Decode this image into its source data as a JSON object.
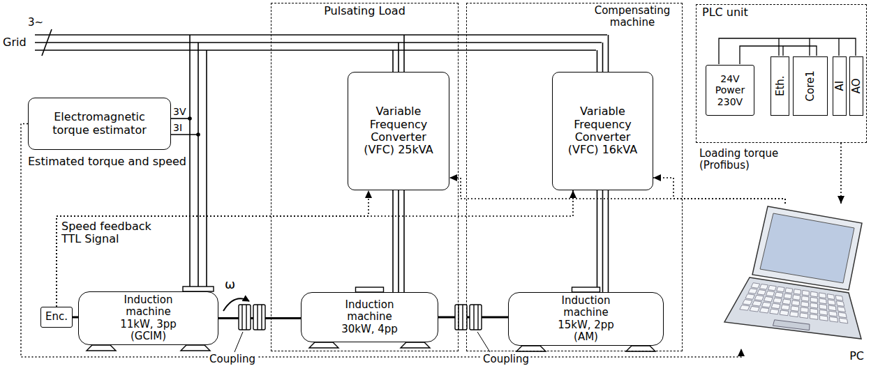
{
  "diagram": {
    "nodes": [
      {
        "text": [
          "Electromagnetic torque estimator"
        ]
      },
      {
        "text": [
          "Pulsating Load"
        ]
      },
      {
        "text": [
          "Variable Frequency Converter (VFC) 25kVA"
        ],
        "in": 1
      },
      {
        "text": [
          "Compensating machine"
        ]
      },
      {
        "text": [
          "Variable Frequency Converter (VFC) 16kVA"
        ],
        "in": 3
      },
      {
        "text": [
          "PLC unit"
        ]
      },
      {
        "text": [
          "24V Power 230V"
        ],
        "in": 5
      },
      {
        "text": [
          "Eth."
        ],
        "in": 5
      },
      {
        "text": [
          "Core1"
        ],
        "in": 5
      },
      {
        "text": [
          "AI"
        ],
        "in": 5
      },
      {
        "text": [
          "AO"
        ],
        "in": 5
      },
      {
        "text": [
          "Enc."
        ]
      },
      {
        "text": [
          "Induction machine 11kW, 3pp (GCIM)"
        ]
      },
      {
        "text": [
          "Induction machine 30kW, 4pp"
        ],
        "in": 1
      },
      {
        "text": [
          "Induction machine 15kW, 2pp (AM)"
        ],
        "in": 3
      },
      {
        "text": [
          "PC"
        ]
      }
    ],
    "edges": [
      {
        "from": 0,
        "to": 15,
        "arrow": "to"
      },
      {
        "from": 2,
        "to": 13,
        "arrow": "none"
      },
      {
        "from": 4,
        "to": 14,
        "arrow": "none"
      },
      {
        "from": 11,
        "to": 12,
        "arrow": "none"
      },
      {
        "from": 12,
        "to": 13,
        "arrow": "none"
      },
      {
        "from": 13,
        "to": 14,
        "arrow": "none"
      },
      {
        "from": 11,
        "to": 2,
        "arrow": "to"
      },
      {
        "from": 11,
        "to": 4,
        "arrow": "to"
      },
      {
        "from": 15,
        "to": 2,
        "arrow": "to"
      },
      {
        "from": 15,
        "to": 4,
        "arrow": "to"
      },
      {
        "from": 5,
        "to": 15,
        "arrow": "to"
      }
    ],
    "labels": [
      "Grid",
      "3~",
      "3V",
      "3I",
      "Estimated torque and speed",
      "Speed feedback TTL Signal",
      "ω",
      "Loading torque (Profibus)",
      "Coupling",
      "Coupling"
    ]
  }
}
